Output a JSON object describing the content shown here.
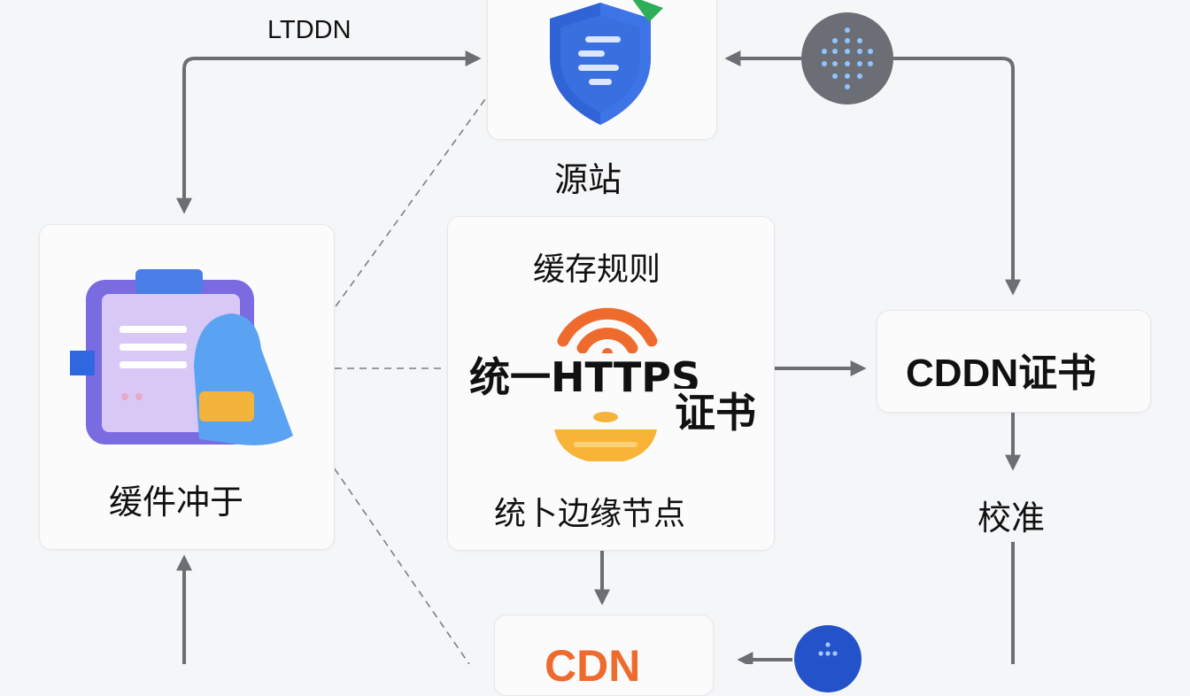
{
  "top_arrow_label": "LTDDN",
  "origin": {
    "label": "源站"
  },
  "cache_conflict": {
    "label": "缓件冲于"
  },
  "center": {
    "title": "缓存规则",
    "overlay_main": "统一HTTPS",
    "overlay_sub": "证书",
    "bottom": "统卜边缘节点"
  },
  "cert": {
    "label": "CDDN证书"
  },
  "calibrate": {
    "label": "校准"
  },
  "cdn": {
    "label": "CDN"
  },
  "colors": {
    "arrow": "#6c6e74",
    "shield": "#2f63d6",
    "wifi": "#ef6b2d",
    "cdn_text": "#ef6b2d",
    "node_dark": "#6b6e75",
    "node_blue": "#2453c9"
  },
  "icons": [
    "shield-icon",
    "clipboard-icon",
    "wifi-icon",
    "lamp-icon",
    "dot-grid-icon"
  ]
}
